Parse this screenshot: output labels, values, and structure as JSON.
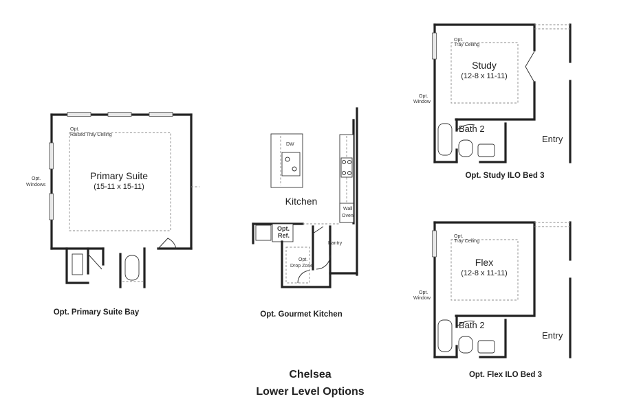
{
  "suite": {
    "room_name": "Primary Suite",
    "room_dims": "(15-11 x 15-11)",
    "note_opt": "Opt.",
    "note_tray": "Raised Tray Ceiling",
    "windows_opt": "Opt.",
    "windows_label": "Windows",
    "caption": "Opt. Primary Suite Bay"
  },
  "kitchen": {
    "room_name": "Kitchen",
    "dw": "DW",
    "ref_opt": "Opt.",
    "ref_label": "Ref.",
    "wall_oven_1": "Wall",
    "wall_oven_2": "Oven",
    "pantry": "Pantry",
    "drop_opt": "Opt.",
    "drop_label": "Drop Zone",
    "caption": "Opt. Gourmet Kitchen"
  },
  "study": {
    "room_name": "Study",
    "room_dims": "(12-8 x 11-11)",
    "tray_opt": "Opt.",
    "tray_label": "Tray Ceiling",
    "window_opt": "Opt.",
    "window_label": "Window",
    "bath": "Bath 2",
    "entry": "Entry",
    "caption": "Opt. Study ILO Bed 3"
  },
  "flex": {
    "room_name": "Flex",
    "room_dims": "(12-8 x 11-11)",
    "tray_opt": "Opt.",
    "tray_label": "Tray Ceiling",
    "window_opt": "Opt.",
    "window_label": "Window",
    "bath": "Bath 2",
    "entry": "Entry",
    "caption": "Opt. Flex ILO Bed 3"
  },
  "title": {
    "line1": "Chelsea",
    "line2": "Lower Level Options"
  }
}
